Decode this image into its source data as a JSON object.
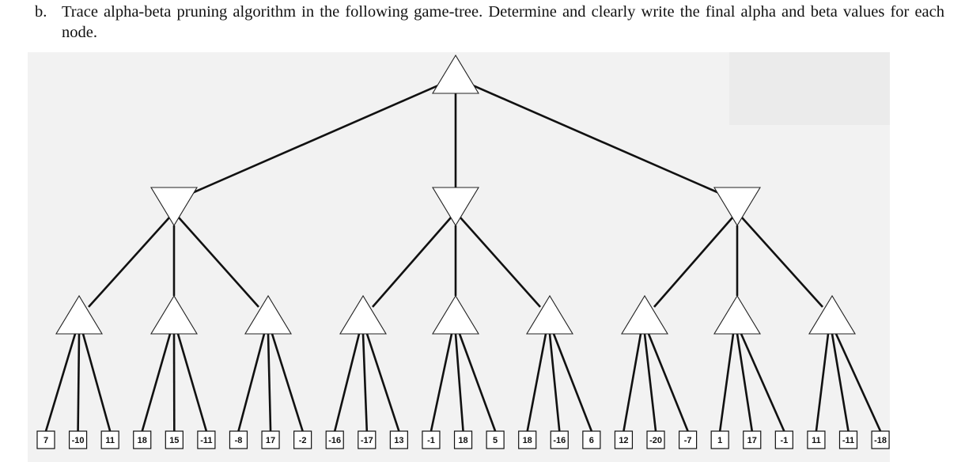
{
  "question": {
    "number": "b.",
    "text": "Trace alpha-beta pruning algorithm in the following game-tree. Determine and clearly write the final alpha and beta values for each node."
  },
  "tree": {
    "root": "max",
    "levels": [
      "max",
      "min",
      "max",
      "leaf"
    ],
    "branching": [
      3,
      3,
      3
    ],
    "leaves": [
      "7",
      "-10",
      "11",
      "18",
      "15",
      "-11",
      "-8",
      "17",
      "-2",
      "-16",
      "-17",
      "13",
      "-1",
      "18",
      "5",
      "18",
      "-16",
      "6",
      "12",
      "-20",
      "-7",
      "1",
      "17",
      "-1",
      "11",
      "-11",
      "-18"
    ]
  }
}
